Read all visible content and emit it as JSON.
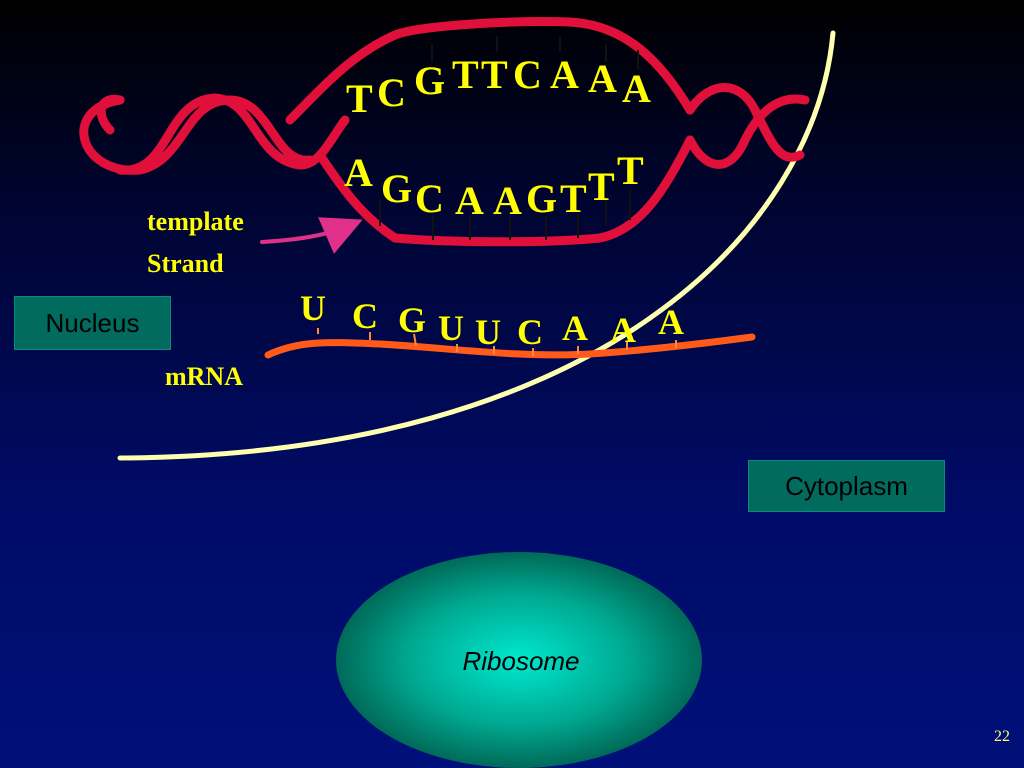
{
  "labels": {
    "template_line1": "template",
    "template_line2": "Strand",
    "mrna": "mRNA",
    "nucleus": "Nucleus",
    "cytoplasm": "Cytoplasm",
    "ribosome": "Ribosome",
    "slide_number": "22"
  },
  "dna_top_bases": [
    "T",
    "C",
    "G",
    "T",
    "T",
    "C",
    "A",
    "A",
    "A"
  ],
  "dna_bottom_bases": [
    "A",
    "G",
    "C",
    "A",
    "A",
    "G",
    "T",
    "T",
    "T"
  ],
  "mrna_bases": [
    "U",
    "C",
    "G",
    "U",
    "U",
    "C",
    "A",
    "A",
    "A"
  ],
  "colors": {
    "dna_strand": "#e0103a",
    "mrna_strand": "#ff5a1a",
    "base_text": "#ffff00",
    "nuclear_membrane": "#ffffb0",
    "arrow": "#e0308a",
    "label_box": "#006b5e",
    "ribosome_center": "#00e0cc",
    "ribosome_edge": "#006655"
  }
}
